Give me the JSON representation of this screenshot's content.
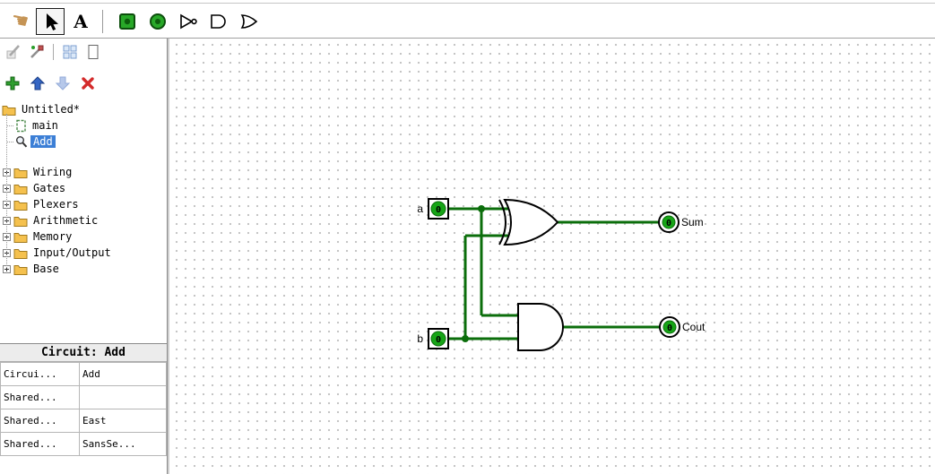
{
  "toolbar": {
    "text_tool_label": "A",
    "tools": [
      "poke",
      "edit-select",
      "text",
      "input-pin",
      "output-pin",
      "not-gate",
      "and-gate",
      "or-gate"
    ],
    "selected_tool": "edit-select"
  },
  "project_toolbar": {
    "buttons": [
      "edit-layout",
      "edit-appearance",
      "view-toolbox",
      "view-simulation"
    ]
  },
  "order_toolbar": {
    "buttons": [
      "add-circuit",
      "move-circuit-up",
      "move-circuit-down",
      "remove-circuit"
    ],
    "disabled": [
      "move-circuit-down"
    ]
  },
  "icons": {
    "poke-tool": "pointing-hand",
    "edit-tool": "cursor-arrow",
    "text-tool": "letter-A",
    "input-pin-tool": "green-square",
    "output-pin-tool": "green-circle",
    "not-gate-tool": "triangle-with-bubble",
    "and-gate-tool": "d-shape",
    "or-gate-tool": "curved-shield",
    "add-circuit": "green-plus",
    "move-up": "blue-up-arrow",
    "move-down": "pale-blue-down-arrow",
    "remove-circuit": "red-x",
    "folder": "yellow-folder",
    "expand": "plus-box",
    "current-circuit": "magnifier",
    "subcircuit": "small-rectangle"
  },
  "explorer": {
    "project_label": "Untitled*",
    "circuits": [
      {
        "label": "main"
      },
      {
        "label": "Add"
      }
    ],
    "selected_circuit": "Add",
    "libraries": [
      {
        "label": "Wiring"
      },
      {
        "label": "Gates"
      },
      {
        "label": "Plexers"
      },
      {
        "label": "Arithmetic"
      },
      {
        "label": "Memory"
      },
      {
        "label": "Input/Output"
      },
      {
        "label": "Base"
      }
    ]
  },
  "attributes": {
    "title": "Circuit: Add",
    "rows": [
      {
        "name": "Circui...",
        "value": "Add"
      },
      {
        "name": "Shared...",
        "value": ""
      },
      {
        "name": "Shared...",
        "value": "East"
      },
      {
        "name": "Shared...",
        "value": "SansSe..."
      }
    ]
  },
  "circuit": {
    "inputs": [
      {
        "label": "a",
        "value": "0"
      },
      {
        "label": "b",
        "value": "0"
      }
    ],
    "outputs": [
      {
        "label": "Sum",
        "value": "0"
      },
      {
        "label": "Cout",
        "value": "0"
      }
    ],
    "gates": [
      {
        "type": "XOR"
      },
      {
        "type": "AND"
      }
    ],
    "colors": {
      "wire": "#0b6e0b",
      "value": "#17a517",
      "selection": "#3c7fd6"
    }
  }
}
